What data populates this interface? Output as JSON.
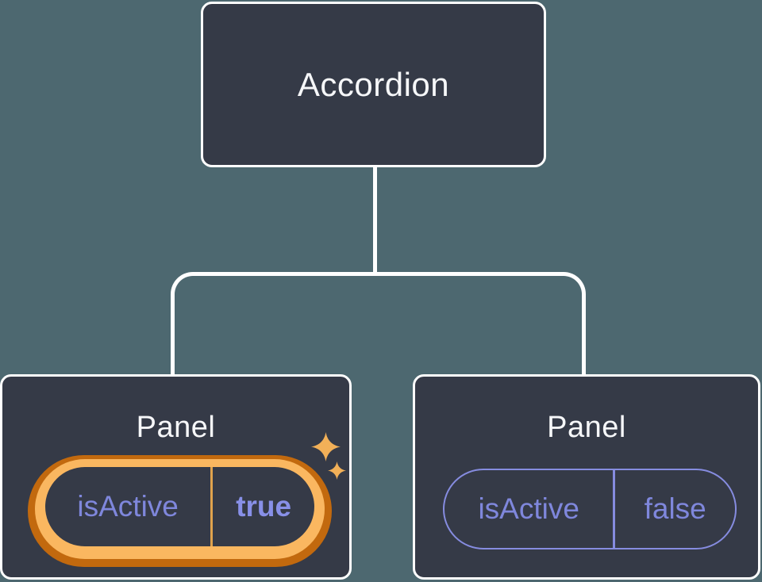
{
  "tree": {
    "root": {
      "label": "Accordion"
    },
    "panels": [
      {
        "title": "Panel",
        "state": {
          "key": "isActive",
          "value": "true"
        },
        "highlighted": true,
        "sparkles": true
      },
      {
        "title": "Panel",
        "state": {
          "key": "isActive",
          "value": "false"
        },
        "highlighted": false,
        "sparkles": false
      }
    ]
  },
  "colors": {
    "background": "#4d6870",
    "node_fill": "#353a47",
    "node_border": "#ffffff",
    "node_text": "#f6f7f9",
    "state_text": "#7f87dc",
    "state_value_text": "#8890e8",
    "state_border": "#868ce0",
    "highlight_outer": "#c2690e",
    "highlight_inner": "#fab760",
    "highlight_divider": "#dfa24d",
    "sparkle": "#f2b058"
  }
}
